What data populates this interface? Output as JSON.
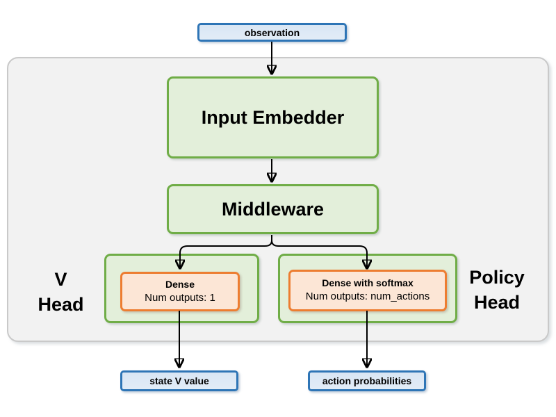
{
  "diagram": {
    "observation_label": "observation",
    "input_embedder_label": "Input Embedder",
    "middleware_label": "Middleware",
    "v_head": {
      "title_line1": "V",
      "title_line2": "Head",
      "dense_title": "Dense",
      "dense_detail": "Num outputs: 1",
      "output_label": "state V value"
    },
    "policy_head": {
      "title_line1": "Policy",
      "title_line2": "Head",
      "dense_title": "Dense with softmax",
      "dense_detail": "Num outputs: num_actions",
      "output_label": "action probabilities"
    },
    "colors": {
      "io_fill": "#dbe8f5",
      "io_border": "#2e75b6",
      "block_fill": "#e3efda",
      "block_border": "#70ad47",
      "layer_fill": "#fce6d6",
      "layer_border": "#ed7d31",
      "container_fill": "#f2f2f2",
      "container_border": "#c9c9c9",
      "arrow": "#000000"
    }
  }
}
